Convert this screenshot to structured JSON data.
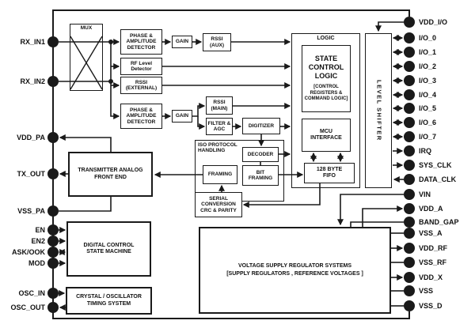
{
  "colors": {
    "line": "#1a1a1a",
    "background": "#ffffff",
    "box_fill": "#ffffff",
    "pin_fill": "#1a1a1a"
  },
  "pins": {
    "left": [
      {
        "label": "RX_IN1",
        "arrow": "in"
      },
      {
        "label": "RX_IN2",
        "arrow": "in"
      },
      {
        "label": "VDD_PA",
        "arrow": "out"
      },
      {
        "label": "TX_OUT",
        "arrow": "out"
      },
      {
        "label": "VSS_PA",
        "arrow": "none"
      },
      {
        "label": "EN",
        "arrow": "in"
      },
      {
        "label": "EN2",
        "arrow": "in"
      },
      {
        "label": "ASK/OOK",
        "arrow": "both"
      },
      {
        "label": "MOD",
        "arrow": "in"
      },
      {
        "label": "OSC_IN",
        "arrow": "in"
      },
      {
        "label": "OSC_OUT",
        "arrow": "out"
      }
    ],
    "right": [
      {
        "label": "VDD_I/O",
        "arrow": "none"
      },
      {
        "label": "I/O_0",
        "arrow": "both"
      },
      {
        "label": "I/O_1",
        "arrow": "both"
      },
      {
        "label": "I/O_2",
        "arrow": "both"
      },
      {
        "label": "I/O_3",
        "arrow": "both"
      },
      {
        "label": "I/O_4",
        "arrow": "both"
      },
      {
        "label": "I/O_5",
        "arrow": "both"
      },
      {
        "label": "I/O_6",
        "arrow": "both"
      },
      {
        "label": "I/O_7",
        "arrow": "both"
      },
      {
        "label": "IRQ",
        "arrow": "out"
      },
      {
        "label": "SYS_CLK",
        "arrow": "out"
      },
      {
        "label": "DATA_CLK",
        "arrow": "in"
      },
      {
        "label": "VIN",
        "arrow": "none"
      },
      {
        "label": "VDD_A",
        "arrow": "out"
      },
      {
        "label": "BAND_GAP",
        "arrow": "none"
      },
      {
        "label": "VSS_A",
        "arrow": "none"
      },
      {
        "label": "VDD_RF",
        "arrow": "out"
      },
      {
        "label": "VSS_RF",
        "arrow": "none"
      },
      {
        "label": "VDD_X",
        "arrow": "out"
      },
      {
        "label": "VSS",
        "arrow": "none"
      },
      {
        "label": "VSS_D",
        "arrow": "none"
      }
    ]
  },
  "blocks": {
    "mux": {
      "label": "MUX"
    },
    "phase_amp_detector_top": {
      "label": "PHASE & AMPLITUDE DETECTOR"
    },
    "gain_top": {
      "label": "GAIN"
    },
    "rssi_aux": {
      "label": "RSSI (AUX)"
    },
    "rf_level_detector": {
      "label": "RF Level Detector"
    },
    "rssi_external": {
      "label": "RSSI (EXTERNAL)"
    },
    "phase_amp_detector_bottom": {
      "label": "PHASE & AMPLITUDE DETECTOR"
    },
    "gain_bottom": {
      "label": "GAIN"
    },
    "rssi_main": {
      "label": "RSSI (MAIN)"
    },
    "filter_agc": {
      "label": "FILTER & AGC"
    },
    "digitizer": {
      "label": "DIGITIZER"
    },
    "iso_protocol_handling": {
      "label": "ISO PROTOCOL HANDLING"
    },
    "decoder": {
      "label": "DECODER"
    },
    "bit_framing": {
      "label": "BIT FRAMING"
    },
    "framing": {
      "label": "FRAMING"
    },
    "serial_conversion": {
      "label": "SERIAL CONVERSION CRC & PARITY"
    },
    "logic": {
      "label": "LOGIC"
    },
    "state_control_logic": {
      "label": "STATE CONTROL LOGIC",
      "sublabel": "[CONTROL REGISTERS & COMMAND LOGIC]"
    },
    "mcu_interface": {
      "label": "MCU INTERFACE"
    },
    "fifo": {
      "label": "128 BYTE FIFO"
    },
    "level_shifter": {
      "label": "LEVEL SHIFTER"
    },
    "transmitter_afe": {
      "label": "TRANSMITTER ANALOG FRONT END"
    },
    "digital_control_sm": {
      "label": "DIGITAL CONTROL STATE MACHINE"
    },
    "crystal_osc": {
      "label": "CRYSTAL / OSCILLATOR TIMING SYSTEM"
    },
    "voltage_regulators": {
      "label": "VOLTAGE SUPPLY REGULATOR SYSTEMS",
      "sublabel": "[SUPPLY REGULATORS , REFERENCE VOLTAGES ]"
    }
  }
}
